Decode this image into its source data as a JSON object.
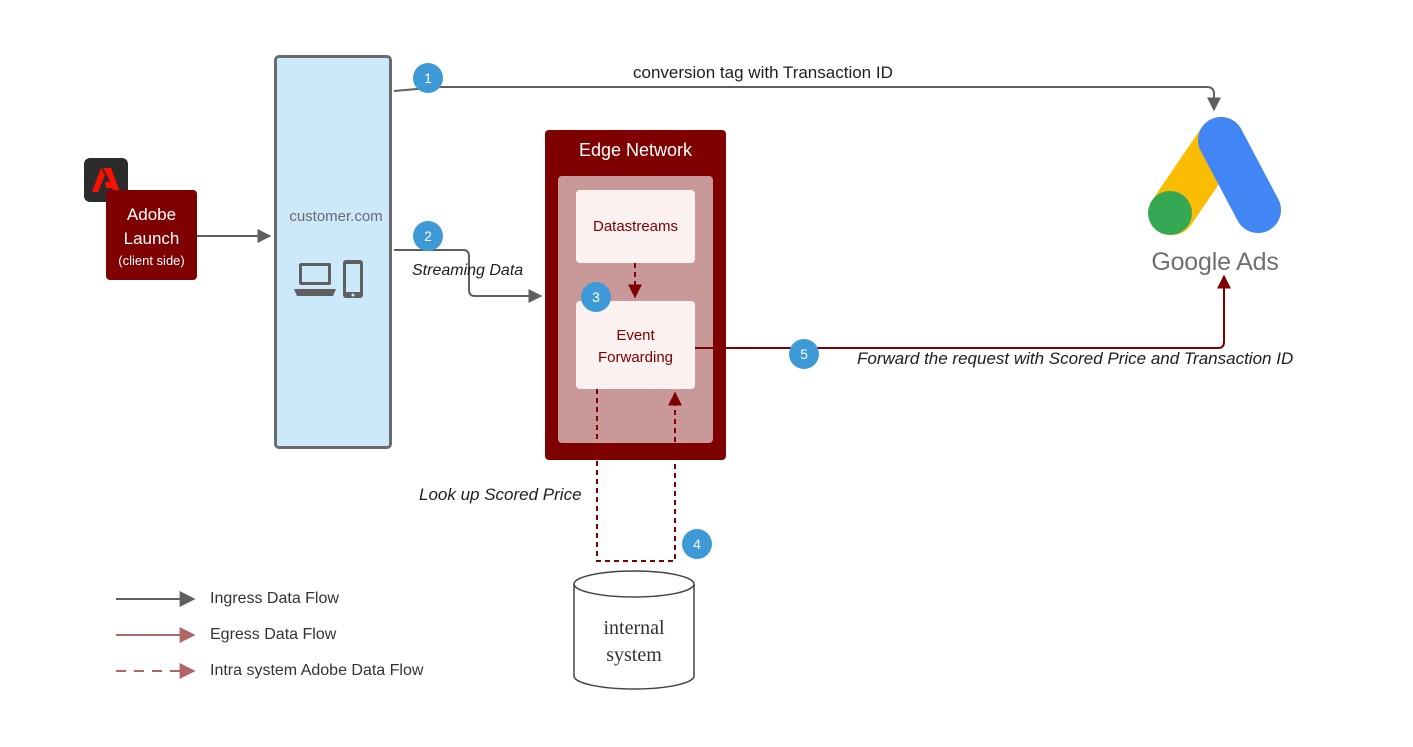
{
  "adobe_launch": {
    "line1": "Adobe",
    "line2": "Launch",
    "line3": "(client side)"
  },
  "customer": {
    "label": "customer.com"
  },
  "edge_network": {
    "title": "Edge Network",
    "datastreams": "Datastreams",
    "event_forwarding_line1": "Event",
    "event_forwarding_line2": "Forwarding"
  },
  "steps": {
    "s1": "1",
    "s2": "2",
    "s3": "3",
    "s4": "4",
    "s5": "5"
  },
  "flow_labels": {
    "conversion_tag": "conversion tag with Transaction ID",
    "streaming_data": "Streaming Data",
    "forward_request": "Forward the request with Scored Price and Transaction ID",
    "lookup": "Look up Scored Price"
  },
  "google_ads": {
    "label": "Google Ads"
  },
  "internal_system": {
    "line1": "internal",
    "line2": "system"
  },
  "legend": {
    "ingress": "Ingress Data Flow",
    "egress": "Egress Data Flow",
    "intra": "Intra system Adobe Data Flow"
  },
  "colors": {
    "adobe_red": "#7e0000",
    "ingress_gray": "#5f5f5f",
    "egress_red": "#b06666",
    "badge_blue": "#3e9ad7",
    "customer_blue": "#cce8fb"
  }
}
